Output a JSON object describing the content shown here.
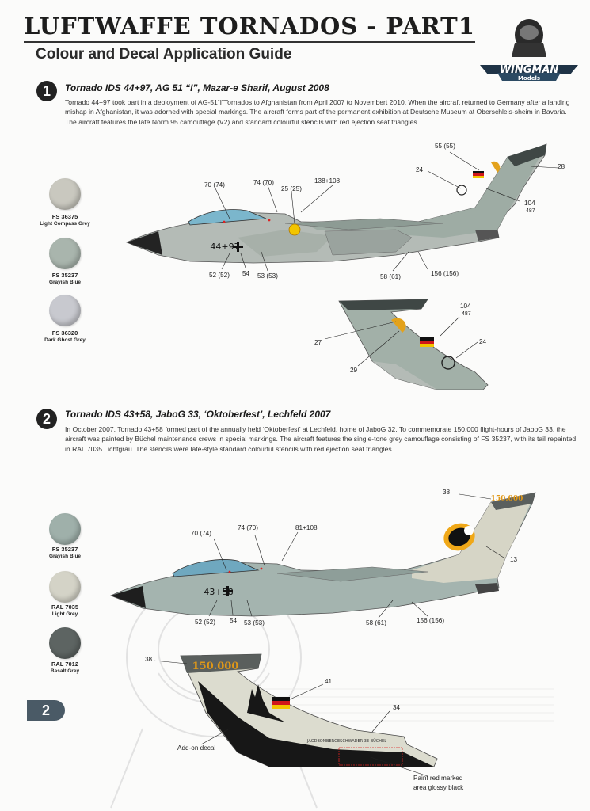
{
  "header": {
    "title": "LUFTWAFFE TORNADOS - PART1",
    "subtitle": "Colour and Decal Application Guide",
    "logo_text": "WINGMAN",
    "logo_sub": "Models"
  },
  "section1": {
    "number": "1",
    "title": "Tornado IDS 44+97, AG 51 “I”, Mazar-e Sharif,  August 2008",
    "description": "Tornado 44+97 took part in a deployment of AG-51“I”Tornados to Afghanistan from April 2007 to Novembert 2010. When the aircraft returned to Germany after a landing mishap in Afghanistan, it was adorned with special markings. The aircraft forms part of the permanent exhibition at Deutsche Museum at Oberschleis-sheim in Bavaria. The aircraft features the late Norm 95 camouflage (V2) and standard colourful stencils with red ejection seat triangles.",
    "swatches": [
      {
        "code": "FS 36375",
        "name": "Light Compass Grey",
        "color": "#c9c8bf"
      },
      {
        "code": "FS 35237",
        "name": "Grayish Blue",
        "color": "#a9b5ad"
      },
      {
        "code": "FS 36320",
        "name": "Dark Ghost Grey",
        "color": "#c8c9cf"
      }
    ],
    "callouts": {
      "c55": "55 (55)",
      "c24": "24",
      "c28": "28",
      "c70": "70 (74)",
      "c74": "74 (70)",
      "c25": "25 (25)",
      "c138": "138+108",
      "c104": "104",
      "c487": "487",
      "c52": "52 (52)",
      "c54": "54",
      "c53": "53 (53)",
      "c58": "58 (61)",
      "c156": "156 (156)",
      "t104": "104",
      "t487": "487",
      "t27": "27",
      "t24": "24",
      "t29": "29"
    },
    "serial": "44+97"
  },
  "section2": {
    "number": "2",
    "title": "Tornado IDS 43+58, JaboG 33, ‘Oktoberfest’, Lechfeld 2007",
    "description": "In October 2007, Tornado 43+58 formed part of the annually held ‘Oktoberfest’ at Lechfeld, home of JaboG 32.  To commemorate 150,000 flight-hours of JaboG 33, the aircraft was painted by Büchel maintenance crews in special markings. The aircraft features the single-tone grey camouflage consisting of FS 35237, with its tail repainted in RAL 7035 Lichtgrau. The stencils were late-style standard colourful stencils with red ejection seat triangles",
    "swatches": [
      {
        "code": "FS 35237",
        "name": "Grayish Blue",
        "color": "#9fb0aa"
      },
      {
        "code": "RAL 7035",
        "name": "Light Grey",
        "color": "#d4d3c7"
      },
      {
        "code": "RAL 7012",
        "name": "Basalt Grey",
        "color": "#5d6462"
      }
    ],
    "callouts": {
      "c38": "38",
      "c150": "150.000",
      "c74": "74 (70)",
      "c81": "81+108",
      "c70": "70 (74)",
      "c13": "13",
      "c52": "52 (52)",
      "c54": "54",
      "c53": "53 (53)",
      "c58": "58 (61)",
      "c156": "156 (156)",
      "t38": "38",
      "t150": "150.000",
      "t41": "41",
      "t34": "34",
      "tail_text": "JAGDBOMBERGESCHWADER 33   BÜCHEL",
      "addon": "Add-on decal",
      "paint_note_1": "Paint red marked",
      "paint_note_2": "area glossy black"
    },
    "serial": "43+58"
  },
  "page_number": "2"
}
